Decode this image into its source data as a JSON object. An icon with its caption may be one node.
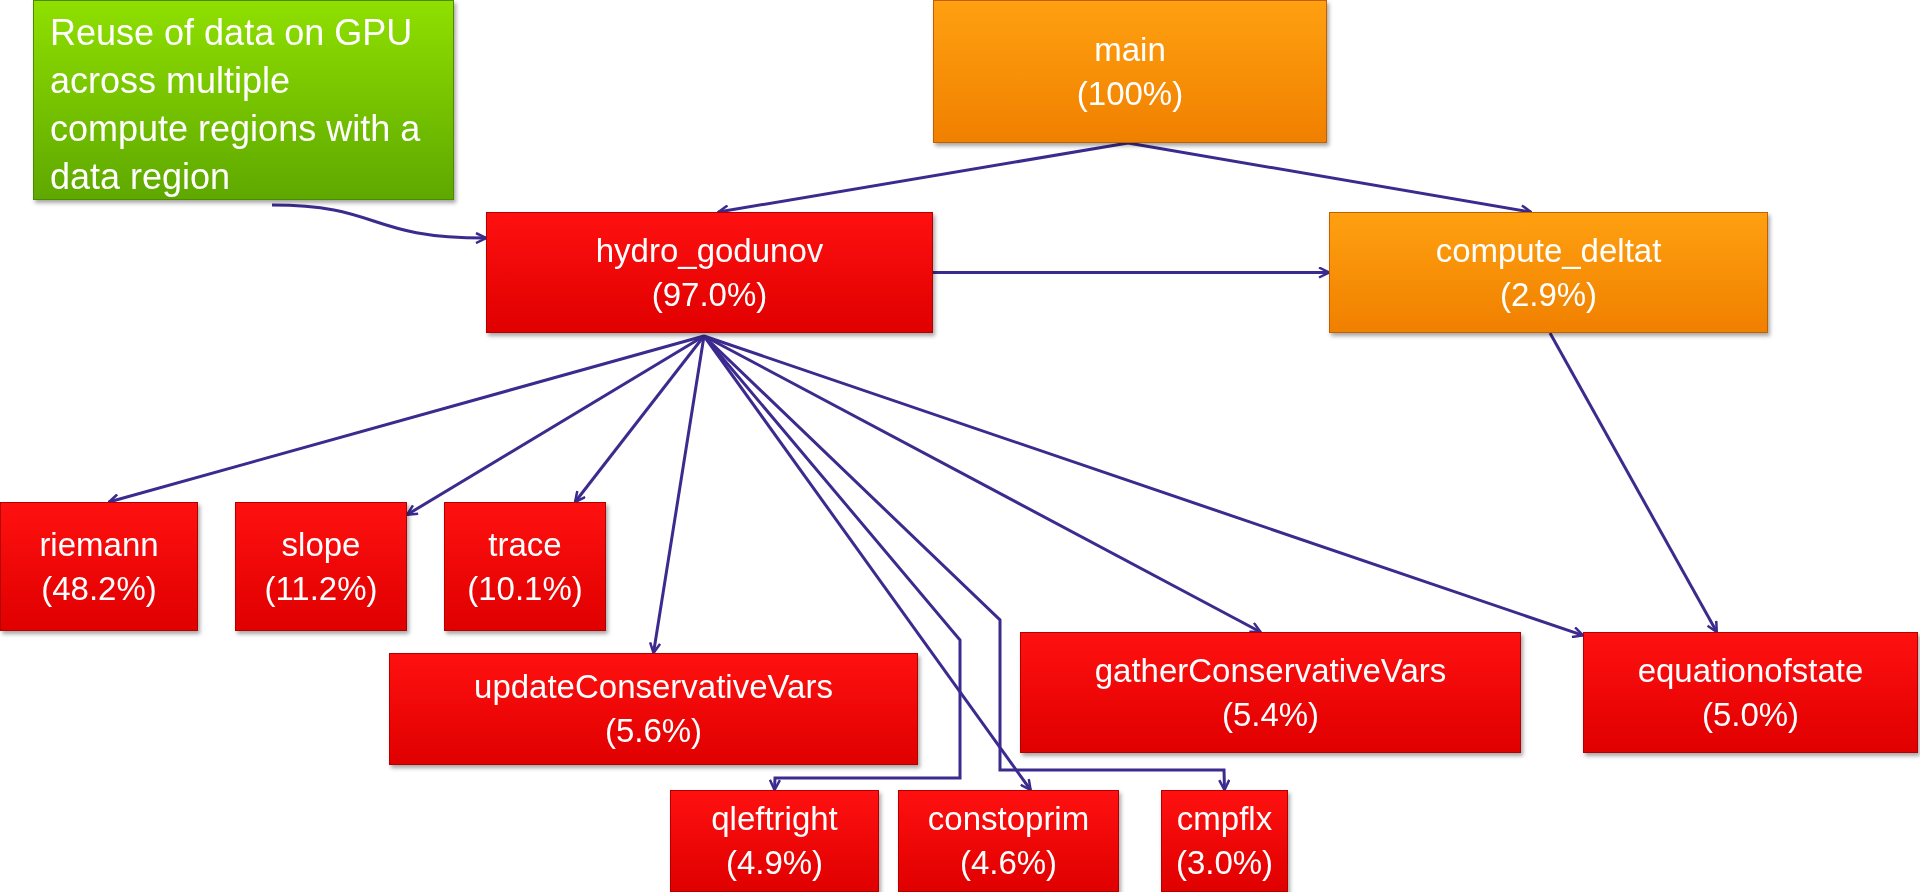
{
  "diagram": {
    "nodes": [
      {
        "text": [
          "Reuse of data on GPU  across multiple compute regions with a data region"
        ]
      },
      {
        "text": [
          "main",
          "(100%)"
        ]
      },
      {
        "text": [
          "hydro_godunov",
          "(97.0%)"
        ]
      },
      {
        "text": [
          "compute_deltat",
          "(2.9%)"
        ]
      },
      {
        "text": [
          "riemann",
          "(48.2%)"
        ]
      },
      {
        "text": [
          "slope",
          "(11.2%)"
        ]
      },
      {
        "text": [
          "trace",
          "(10.1%)"
        ]
      },
      {
        "text": [
          "updateConservativeVars",
          "(5.6%)"
        ]
      },
      {
        "text": [
          "gatherConservativeVars",
          "(5.4%)"
        ]
      },
      {
        "text": [
          "equationofstate",
          "(5.0%)"
        ]
      },
      {
        "text": [
          "qleftright",
          "(4.9%)"
        ]
      },
      {
        "text": [
          "constoprim",
          "(4.6%)"
        ]
      },
      {
        "text": [
          "cmpflx",
          "(3.0%)"
        ]
      }
    ],
    "edges": [
      {
        "from": 1,
        "to": 2,
        "arrow": "to"
      },
      {
        "from": 1,
        "to": 3,
        "arrow": "to"
      },
      {
        "from": 0,
        "to": 2,
        "arrow": "to"
      },
      {
        "from": 2,
        "to": 3,
        "arrow": "to"
      },
      {
        "from": 2,
        "to": 4,
        "arrow": "to"
      },
      {
        "from": 2,
        "to": 5,
        "arrow": "to"
      },
      {
        "from": 2,
        "to": 6,
        "arrow": "to"
      },
      {
        "from": 2,
        "to": 7,
        "arrow": "to"
      },
      {
        "from": 2,
        "to": 10,
        "arrow": "to"
      },
      {
        "from": 2,
        "to": 11,
        "arrow": "to"
      },
      {
        "from": 2,
        "to": 12,
        "arrow": "to"
      },
      {
        "from": 2,
        "to": 8,
        "arrow": "to"
      },
      {
        "from": 2,
        "to": 9,
        "arrow": "to"
      },
      {
        "from": 3,
        "to": 9,
        "arrow": "to"
      }
    ]
  }
}
